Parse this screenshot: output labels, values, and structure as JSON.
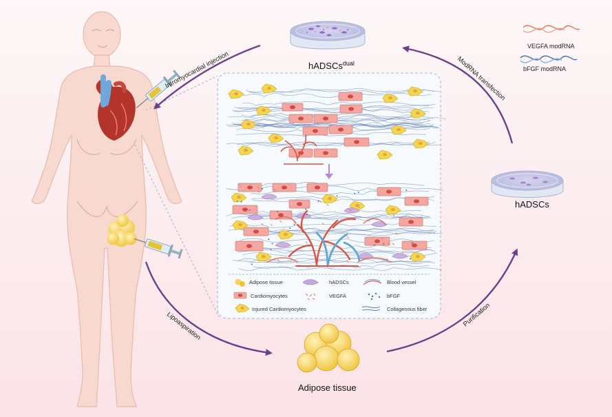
{
  "stages": {
    "dish_top": {
      "label": "hADSCs",
      "superscript": "dual"
    },
    "dish_right": {
      "label": "hADSCs"
    },
    "adipose": {
      "label": "Adipose tissue"
    }
  },
  "arrows": {
    "injection": "Intromyocardial injection",
    "transfection": "ModRNA transfection",
    "lipo": "Lipoaspiration",
    "purification": "Purification"
  },
  "modrna": {
    "vegfa": "VEGFA modRNA",
    "bfgf": "bFGF modRNA"
  },
  "legend": [
    {
      "label": "Adipose tissue",
      "icon": "adipose-icon"
    },
    {
      "label": "hADSCs",
      "icon": "hadsc-icon"
    },
    {
      "label": "Blood vessel",
      "icon": "blood-vessel-icon"
    },
    {
      "label": "Cardiomyocytes",
      "icon": "cardiomyocyte-icon"
    },
    {
      "label": "VEGFA",
      "icon": "vegfa-icon"
    },
    {
      "label": "bFGF",
      "icon": "bfgf-icon"
    },
    {
      "label": "Injured Cardiomyocytes",
      "icon": "injured-cardiomyocyte-icon"
    },
    {
      "label": "Collagenous fiber",
      "icon": "collagen-fiber-icon"
    }
  ],
  "colors": {
    "arrow": "#6b3f8a",
    "cardiomyocyte": "#f4a6a0",
    "injured": "#f5d54a",
    "vessel": "#d9533e",
    "vegfa": "#e2735a",
    "bfgf": "#3f72b6",
    "collagen": "#4f6fb3",
    "adipose": "#f7d35a",
    "body": "#f7d9d0"
  }
}
